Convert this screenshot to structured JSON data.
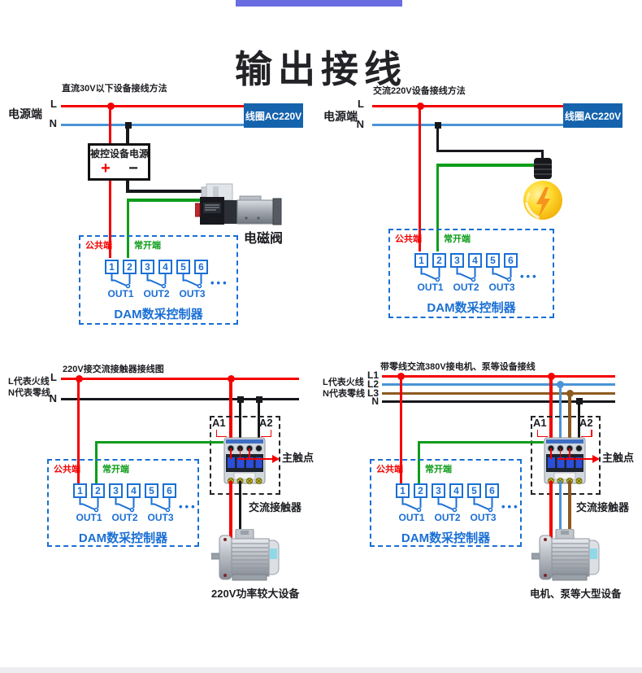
{
  "header": {
    "title": "输出接线",
    "accent_color": "#6a6ce2"
  },
  "legend": {
    "power_label": "电源端",
    "live": "L",
    "neutral": "N",
    "coil_box": "线圈AC220V",
    "live_note": "L代表火线",
    "neutral_note": "N代表零线",
    "phase_lines": [
      "L1",
      "L2",
      "L3",
      "N"
    ]
  },
  "dam": {
    "common": "公共端",
    "normally_open": "常开端",
    "terminals": [
      "1",
      "2",
      "3",
      "4",
      "5",
      "6"
    ],
    "outs": [
      "OUT1",
      "OUT2",
      "OUT3"
    ],
    "ellipsis": "•••",
    "name": "DAM数采控制器"
  },
  "contactor": {
    "a1": "A1",
    "a2": "A2",
    "main_contact": "主触点",
    "name": "交流接触器"
  },
  "diagrams": {
    "dc30": {
      "title": "直流30V以下设备接线方法",
      "device_power": "被控设备电源",
      "plus": "+",
      "minus": "−",
      "device": "电磁阀"
    },
    "ac220": {
      "title": "交流220V设备接线方法"
    },
    "c220": {
      "title": "220V接交流接触器接线图",
      "device": "220V功率较大设备"
    },
    "c380": {
      "title": "带零线交流380V接电机、泵等设备接线",
      "device": "电机、泵等大型设备"
    }
  },
  "colors": {
    "live_wire": "#f40000",
    "neutral_wire_blue": "#4a94d6",
    "neutral_wire_black": "#17181c",
    "normally_open_wire": "#0f9d1a",
    "phase3_wire": "#8d5a21",
    "coil_box_bg": "#1563ad",
    "dam_blue": "#1a6fd4",
    "accent": "#6a6ce2"
  }
}
